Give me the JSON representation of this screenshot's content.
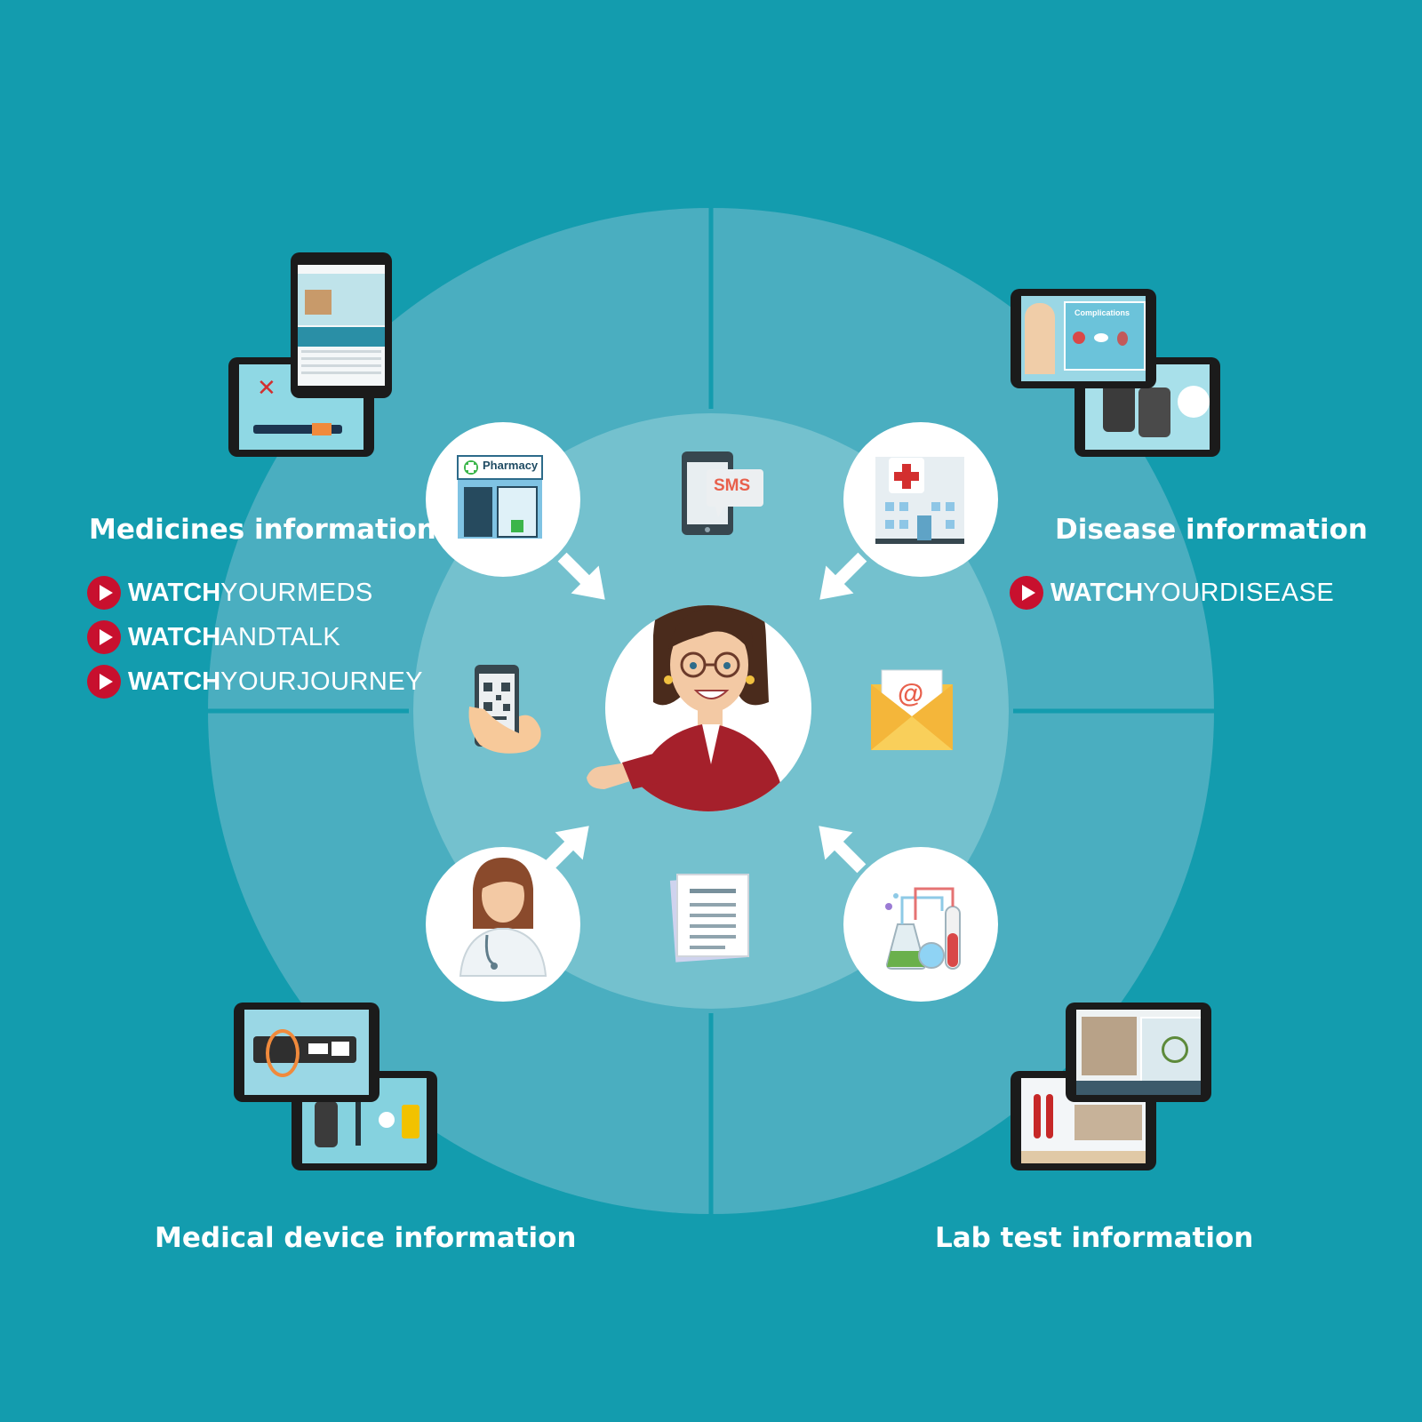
{
  "colors": {
    "background": "#139cae",
    "outer_circle": "#4aaec0",
    "inner_circle": "#74c1ce",
    "divider": "#139cae",
    "brand_red": "#c8102e",
    "white": "#ffffff"
  },
  "sections": {
    "medicines": {
      "label": "Medicines information",
      "brands": [
        {
          "bold": "WATCH",
          "regular": "YOURMEDS"
        },
        {
          "bold": "WATCH",
          "regular": "ANDTALK"
        },
        {
          "bold": "WATCH",
          "regular": "YOURJOURNEY"
        }
      ]
    },
    "disease": {
      "label": "Disease information",
      "brands": [
        {
          "bold": "WATCH",
          "regular": "YOURDISEASE"
        }
      ],
      "screen_caption": "Complications"
    },
    "device": {
      "label": "Medical device information"
    },
    "labtest": {
      "label": "Lab test information"
    }
  },
  "icons": {
    "pharmacy_sign": "Pharmacy",
    "sms_text": "SMS",
    "email_symbol": "@"
  }
}
